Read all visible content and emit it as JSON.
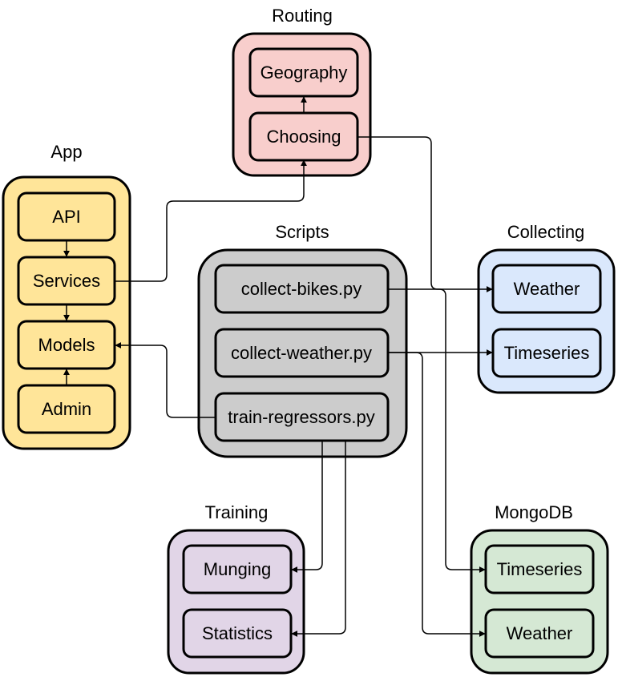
{
  "groups": {
    "routing": {
      "title": "Routing",
      "fill": "#f8cecc",
      "nodes": {
        "geography": "Geography",
        "choosing": "Choosing"
      }
    },
    "app": {
      "title": "App",
      "fill": "#ffe599",
      "nodes": {
        "api": "API",
        "services": "Services",
        "models": "Models",
        "admin": "Admin"
      }
    },
    "scripts": {
      "title": "Scripts",
      "fill": "#cccccc",
      "nodes": {
        "collect_bikes": "collect-bikes.py",
        "collect_weather": "collect-weather.py",
        "train_regressors": "train-regressors.py"
      }
    },
    "collecting": {
      "title": "Collecting",
      "fill": "#dae8fc",
      "nodes": {
        "weather": "Weather",
        "timeseries": "Timeseries"
      }
    },
    "training": {
      "title": "Training",
      "fill": "#e1d5e7",
      "nodes": {
        "munging": "Munging",
        "statistics": "Statistics"
      }
    },
    "mongodb": {
      "title": "MongoDB",
      "fill": "#d5e8d4",
      "nodes": {
        "timeseries": "Timeseries",
        "weather": "Weather"
      }
    }
  },
  "edges": [
    {
      "from": "App.API",
      "to": "App.Services"
    },
    {
      "from": "App.Services",
      "to": "App.Models"
    },
    {
      "from": "App.Admin",
      "to": "App.Models"
    },
    {
      "from": "Routing.Choosing",
      "to": "Routing.Geography"
    },
    {
      "from": "App.Services",
      "to": "Routing.Choosing"
    },
    {
      "from": "Routing.Choosing",
      "to": "Collecting.Weather"
    },
    {
      "from": "Scripts.collect-bikes.py",
      "to": "MongoDB.Timeseries"
    },
    {
      "from": "Scripts.collect-weather.py",
      "to": "Collecting.Timeseries"
    },
    {
      "from": "Scripts.collect-weather.py",
      "to": "MongoDB.Weather"
    },
    {
      "from": "Scripts.train-regressors.py",
      "to": "App.Models"
    },
    {
      "from": "Scripts.train-regressors.py",
      "to": "Training.Munging"
    },
    {
      "from": "Scripts.train-regressors.py",
      "to": "Training.Statistics"
    }
  ]
}
